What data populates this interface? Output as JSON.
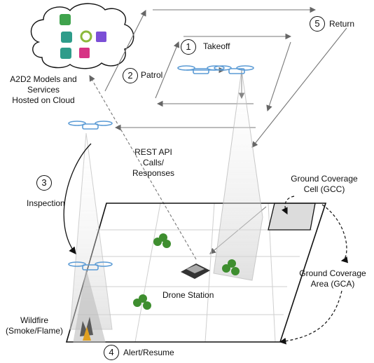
{
  "labels": {
    "models": "A2D2 Models and\nServices\nHosted on Cloud",
    "rest_api": "REST API\nCalls/\nResponses",
    "gcc": "Ground Coverage\nCell (GCC)",
    "gca": "Ground Coverage\nArea (GCA)",
    "drone_station": "Drone Station",
    "wildfire": "Wildfire\n(Smoke/Flame)"
  },
  "steps": [
    {
      "num": "1",
      "label": "Takeoff"
    },
    {
      "num": "2",
      "label": "Patrol"
    },
    {
      "num": "3",
      "label": "Inspection"
    },
    {
      "num": "4",
      "label": "Alert/Resume"
    },
    {
      "num": "5",
      "label": "Return"
    }
  ],
  "colors": {
    "grid_line": "#111111",
    "cell_line": "#cfcfcf",
    "gcc_fill": "#dcdcdc",
    "beam": "#d9d9d9",
    "drone": "#5b9bd5",
    "tree": "#3e8e2f",
    "arrow": "#666666",
    "icon_green": "#3fa34d",
    "icon_teal": "#2e9c8a",
    "icon_purple": "#7b4fd6",
    "icon_pink": "#d63384"
  },
  "icons": [
    "brain-icon",
    "brain-icon",
    "gear-icon",
    "robot-icon",
    "chip-icon",
    "brain-icon",
    "gear-icon"
  ]
}
